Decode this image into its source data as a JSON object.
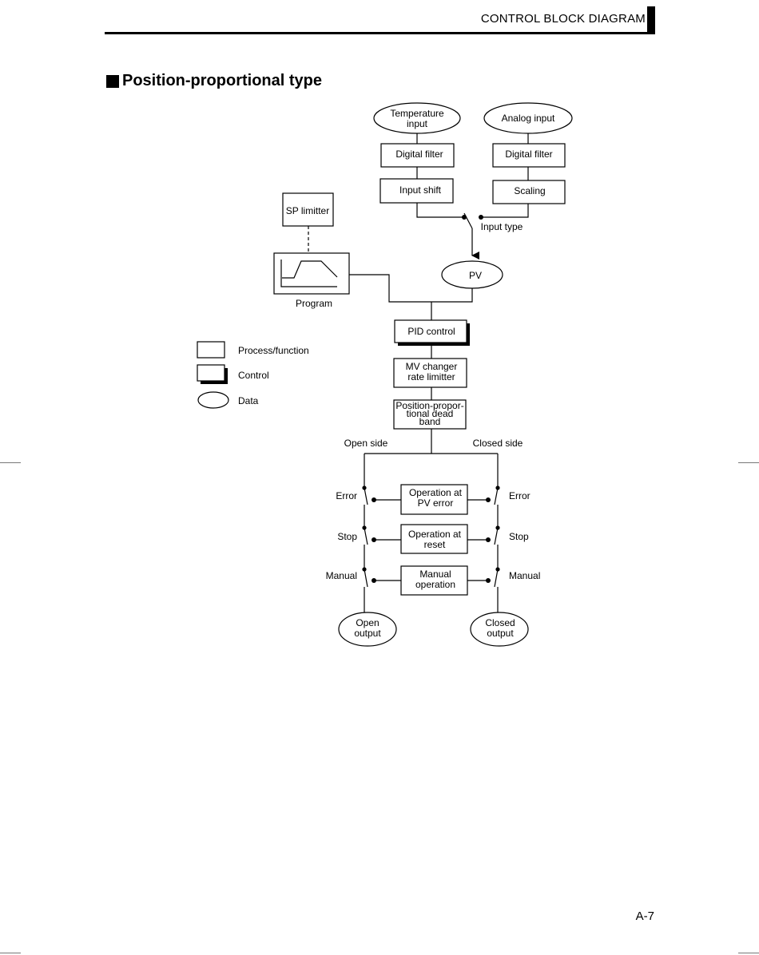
{
  "header": {
    "title": "CONTROL BLOCK DIAGRAM"
  },
  "section": {
    "title": "Position-proportional type"
  },
  "page_number": "A-7",
  "diagram": {
    "temperature_input": [
      "Temperature",
      "input"
    ],
    "analog_input": "Analog input",
    "digital_filter_left": "Digital filter",
    "digital_filter_right": "Digital filter",
    "input_shift": "Input shift",
    "scaling": "Scaling",
    "sp_limiter": "SP limitter",
    "input_type": "Input type",
    "pv": "PV",
    "program": "Program",
    "pid_control": "PID control",
    "mv_changer": [
      "MV changer",
      "rate limitter"
    ],
    "dead_band": [
      "Position-propor-",
      "tional dead",
      "band"
    ],
    "open_side": "Open side",
    "closed_side": "Closed side",
    "op_pv_error": [
      "Operation at",
      "PV error"
    ],
    "op_reset": [
      "Operation at",
      "reset"
    ],
    "manual_op": [
      "Manual",
      "operation"
    ],
    "left_error": "Error",
    "left_stop": "Stop",
    "left_manual": "Manual",
    "right_error": "Error",
    "right_stop": "Stop",
    "right_manual": "Manual",
    "open_output": [
      "Open",
      "output"
    ],
    "closed_output": [
      "Closed",
      "output"
    ]
  },
  "legend": {
    "process": "Process/function",
    "control": "Control",
    "data": "Data"
  }
}
